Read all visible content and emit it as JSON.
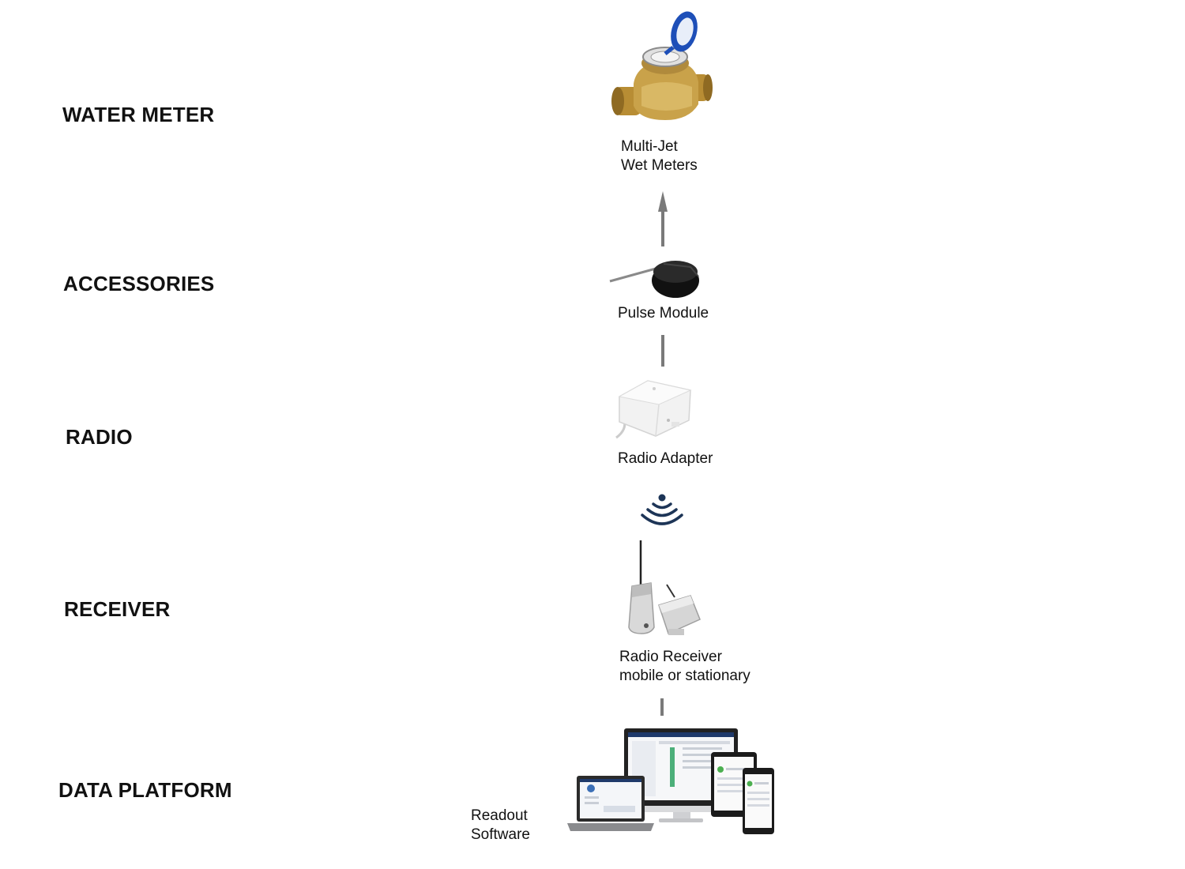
{
  "layers": {
    "water_meter": "WATER METER",
    "accessories": "ACCESSORIES",
    "radio": "RADIO",
    "receiver": "RECEIVER",
    "data_platform": "DATA PLATFORM"
  },
  "components": {
    "meter": {
      "line1": "Multi-Jet",
      "line2": "Wet Meters",
      "icon": "water-meter-icon"
    },
    "pulse_module": {
      "label": "Pulse Module",
      "icon": "pulse-module-icon"
    },
    "radio_adapter": {
      "label": "Radio Adapter",
      "icon": "radio-adapter-icon"
    },
    "radio_signal": {
      "icon": "wireless-signal-icon"
    },
    "receiver": {
      "line1": "Radio Receiver",
      "line2": "mobile or stationary",
      "icon": "radio-receiver-icon"
    },
    "software": {
      "line1": "Readout",
      "line2": "Software",
      "icon": "devices-icon"
    }
  },
  "colors": {
    "connector": "#7a7a7a",
    "signal": "#1d3557",
    "meter_cap": "#1e4fb8",
    "brass": "#c9a24a"
  }
}
